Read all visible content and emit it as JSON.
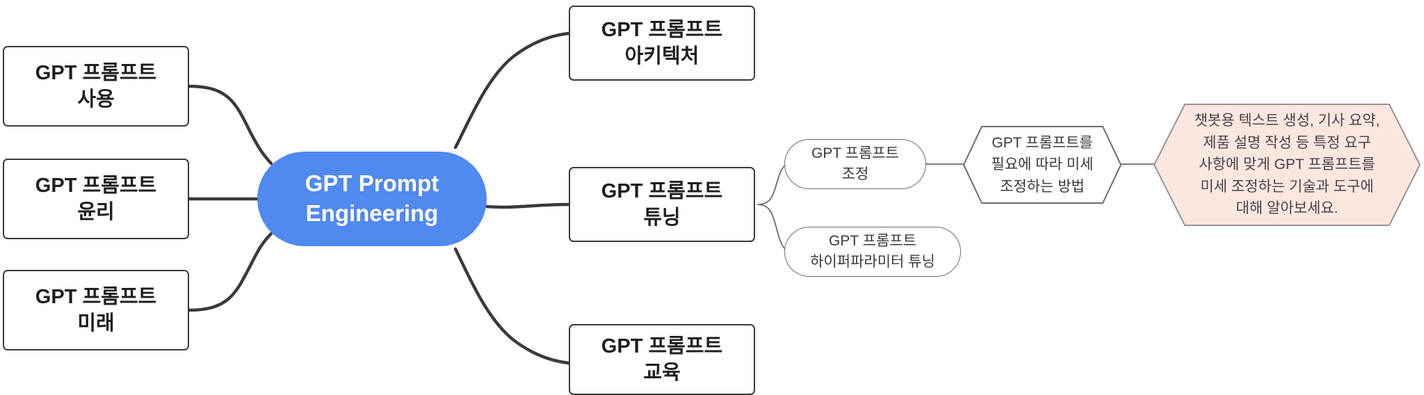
{
  "diagram": {
    "type": "mindmap",
    "title": "GPT Prompt Engineering",
    "background_color": "#ffffff",
    "root": {
      "id": "root",
      "label": "GPT Prompt\nEngineering",
      "shape": "stadium",
      "fill_color": "#5089f0",
      "text_color": "#ffffff"
    },
    "branches": [
      {
        "id": "use",
        "label": "GPT 프롬프트\n사용",
        "shape": "rounded-rect",
        "position": "left-top",
        "fill_color": "#ffffff",
        "border_color": "#3a3a3a",
        "text_color": "#1f1f1f"
      },
      {
        "id": "ethics",
        "label": "GPT 프롬프트\n윤리",
        "shape": "rounded-rect",
        "position": "left-middle",
        "fill_color": "#ffffff",
        "border_color": "#3a3a3a",
        "text_color": "#1f1f1f"
      },
      {
        "id": "future",
        "label": "GPT 프롬프트\n미래",
        "shape": "rounded-rect",
        "position": "left-bottom",
        "fill_color": "#ffffff",
        "border_color": "#3a3a3a",
        "text_color": "#1f1f1f"
      },
      {
        "id": "architecture",
        "label": "GPT 프롬프트\n아키텍처",
        "shape": "rounded-rect",
        "position": "top-right",
        "fill_color": "#ffffff",
        "border_color": "#3a3a3a",
        "text_color": "#1f1f1f"
      },
      {
        "id": "tuning",
        "label": "GPT 프롬프트\n튜닝",
        "shape": "rounded-rect",
        "position": "right-middle",
        "fill_color": "#ffffff",
        "border_color": "#3a3a3a",
        "text_color": "#1f1f1f"
      },
      {
        "id": "education",
        "label": "GPT 프롬프트\n교육",
        "shape": "rounded-rect",
        "position": "bottom-right",
        "fill_color": "#ffffff",
        "border_color": "#3a3a3a",
        "text_color": "#1f1f1f"
      }
    ],
    "sub_branches": [
      {
        "id": "adjust",
        "parent": "tuning",
        "label": "GPT 프롬프트\n조정",
        "shape": "stadium",
        "fill_color": "#ffffff",
        "border_color": "#6b6b72",
        "text_color": "#3a3a3a"
      },
      {
        "id": "hyperparam",
        "parent": "tuning",
        "label": "GPT 프롬프트\n하이퍼파라미터 튜닝",
        "shape": "stadium",
        "fill_color": "#ffffff",
        "border_color": "#6b6b72",
        "text_color": "#3a3a3a"
      },
      {
        "id": "method",
        "parent": "adjust",
        "label": "GPT 프롬프트를\n필요에 따라 미세\n조정하는 방법",
        "shape": "hexagon",
        "fill_color": "#ffffff",
        "border_color": "#6b6b72",
        "text_color": "#3a3a3a"
      },
      {
        "id": "description",
        "parent": "method",
        "label": "챗봇용 텍스트 생성, 기사 요약,\n제품 설명 작성 등 특정 요구\n사항에 맞게 GPT 프롬프트를\n미세 조정하는 기술과 도구에\n대해 알아보세요.",
        "shape": "hexagon",
        "fill_color": "#fae8e0",
        "border_color": "#9c8f93",
        "text_color": "#4a4146"
      }
    ],
    "edges": [
      {
        "from": "use",
        "to": "root",
        "style": "curve",
        "color": "#3a3a3a",
        "width": 4
      },
      {
        "from": "ethics",
        "to": "root",
        "style": "straight",
        "color": "#3a3a3a",
        "width": 4
      },
      {
        "from": "future",
        "to": "root",
        "style": "curve",
        "color": "#3a3a3a",
        "width": 4
      },
      {
        "from": "root",
        "to": "architecture",
        "style": "curve",
        "color": "#3a3a3a",
        "width": 4
      },
      {
        "from": "root",
        "to": "tuning",
        "style": "curve",
        "color": "#3a3a3a",
        "width": 4
      },
      {
        "from": "root",
        "to": "education",
        "style": "curve",
        "color": "#3a3a3a",
        "width": 4
      },
      {
        "from": "tuning",
        "to": "adjust",
        "style": "curve",
        "color": "#6b6b72",
        "width": 1.8
      },
      {
        "from": "tuning",
        "to": "hyperparam",
        "style": "curve",
        "color": "#6b6b72",
        "width": 1.8
      },
      {
        "from": "adjust",
        "to": "method",
        "style": "straight",
        "color": "#6b6b72",
        "width": 1.8
      },
      {
        "from": "method",
        "to": "description",
        "style": "straight",
        "color": "#6b6b72",
        "width": 1.8
      }
    ]
  }
}
